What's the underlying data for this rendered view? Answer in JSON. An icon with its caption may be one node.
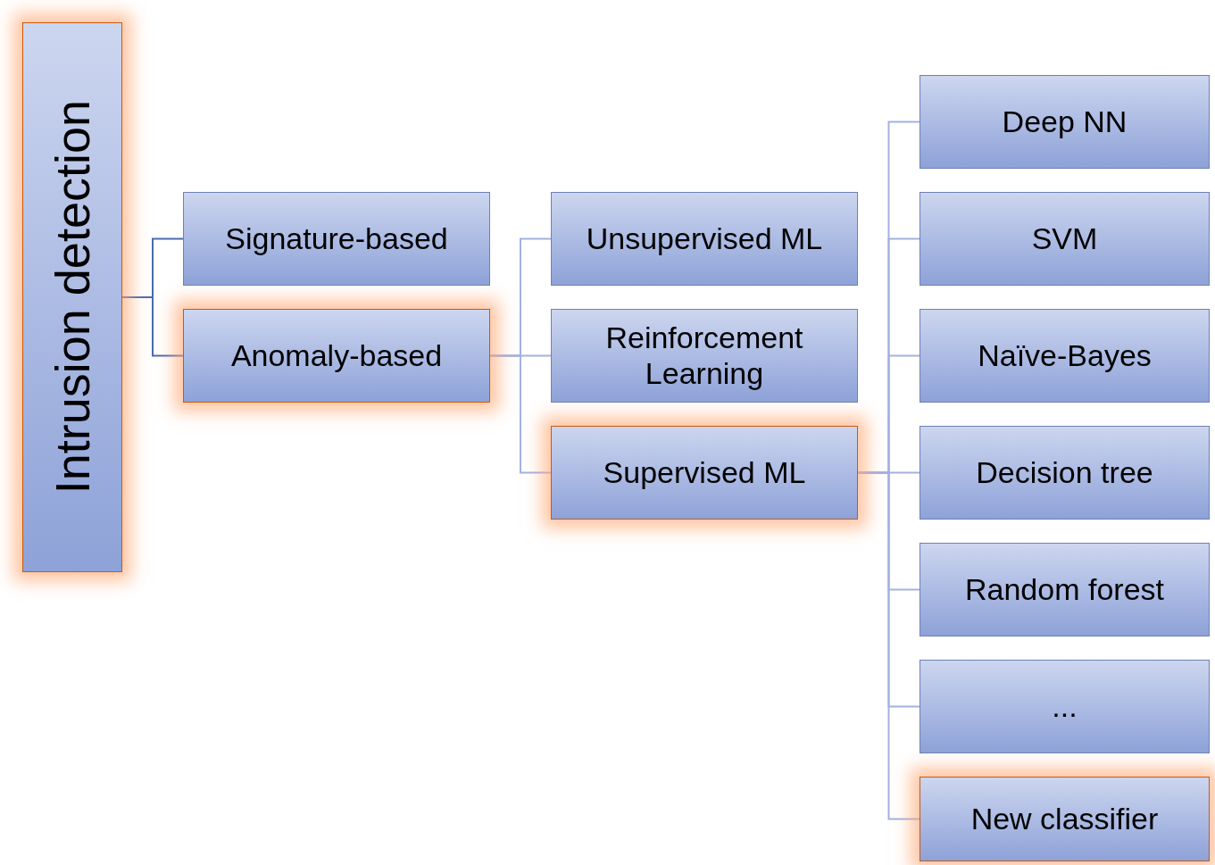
{
  "diagram": {
    "nodes": [
      {
        "text": [
          "Intrusion detection"
        ]
      },
      {
        "text": [
          "Signature-based"
        ]
      },
      {
        "text": [
          "Anomaly-based"
        ]
      },
      {
        "text": [
          "Unsupervised ML"
        ]
      },
      {
        "text": [
          "Reinforcement Learning"
        ]
      },
      {
        "text": [
          "Supervised ML"
        ]
      },
      {
        "text": [
          "Deep NN"
        ]
      },
      {
        "text": [
          "SVM"
        ]
      },
      {
        "text": [
          "Naïve-Bayes"
        ]
      },
      {
        "text": [
          "Decision tree"
        ]
      },
      {
        "text": [
          "Random forest"
        ]
      },
      {
        "text": [
          "..."
        ]
      },
      {
        "text": [
          "New classifier"
        ]
      }
    ],
    "edges": [
      {
        "from": 0,
        "to": 1,
        "arrow": "none",
        "color": "#4a6cb0"
      },
      {
        "from": 0,
        "to": 2,
        "arrow": "none",
        "color": "#4a6cb0"
      },
      {
        "from": 2,
        "to": 3,
        "arrow": "none"
      },
      {
        "from": 2,
        "to": 4,
        "arrow": "none"
      },
      {
        "from": 2,
        "to": 5,
        "arrow": "none"
      },
      {
        "from": 5,
        "to": 6,
        "arrow": "none"
      },
      {
        "from": 5,
        "to": 7,
        "arrow": "none"
      },
      {
        "from": 5,
        "to": 8,
        "arrow": "none"
      },
      {
        "from": 5,
        "to": 9,
        "arrow": "none"
      },
      {
        "from": 5,
        "to": 10,
        "arrow": "none"
      },
      {
        "from": 5,
        "to": 11,
        "arrow": "none"
      },
      {
        "from": 5,
        "to": 12,
        "arrow": "none"
      }
    ]
  }
}
